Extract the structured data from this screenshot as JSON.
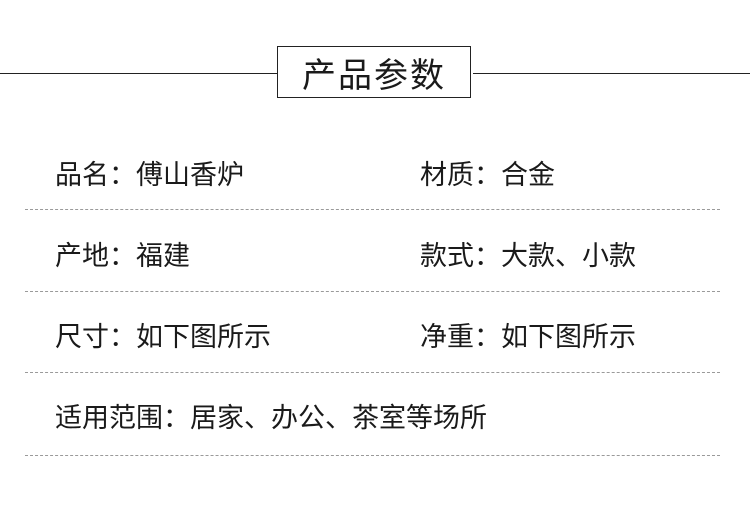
{
  "header": {
    "title": "产品参数"
  },
  "params": {
    "row1": {
      "left": "品名：傅山香炉",
      "right": "材质：合金"
    },
    "row2": {
      "left": "产地：福建",
      "right": "款式：大款、小款"
    },
    "row3": {
      "left": "尺寸：如下图所示",
      "right": "净重：如下图所示"
    },
    "row4": {
      "left": "适用范围：居家、办公、茶室等场所"
    }
  },
  "colors": {
    "text": "#1a1a1a",
    "line": "#222222",
    "dash": "#9a9a9a"
  }
}
